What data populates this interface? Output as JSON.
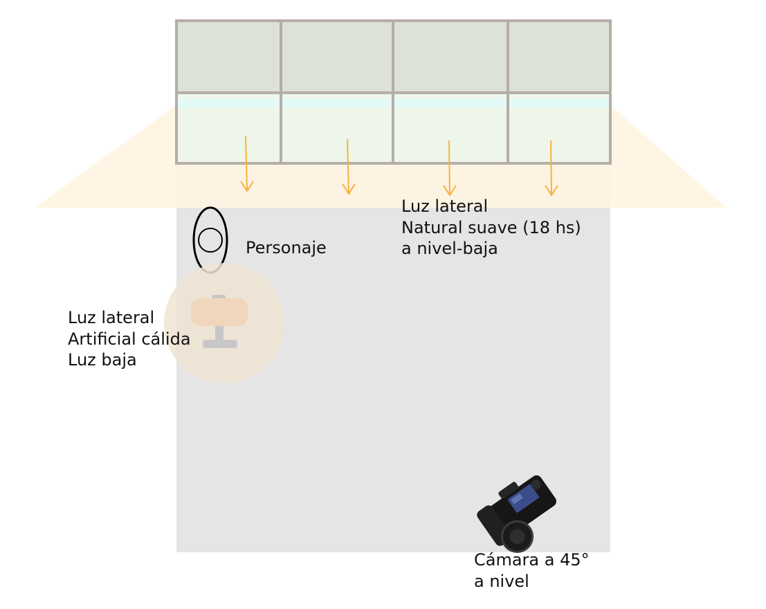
{
  "colors": {
    "floor": "#e5e5e5",
    "window_frame": "#b5aea6",
    "window_glass_upper": "#dde2d8",
    "window_glass_lower": "#edf6e8",
    "light_beam": "#fff4e2",
    "light_arrow": "#f6b13d",
    "lamp_glow": "#f0e4d4",
    "lamp_head": "#f0d6bc",
    "lamp_base": "#c7c7c7",
    "outline": "#000000"
  },
  "labels": {
    "window_light": [
      "Luz lateral",
      "Natural suave (18 hs)",
      "a nivel-baja"
    ],
    "character": "Personaje",
    "lamp_light": [
      "Luz lateral",
      "Artificial cálida",
      "Luz baja"
    ],
    "camera": [
      "Cámara a 45°",
      "a nivel"
    ]
  },
  "icons": {
    "window": "window-icon",
    "character": "person-top-view-icon",
    "lamp": "lamp-icon",
    "camera": "camera-icon"
  }
}
